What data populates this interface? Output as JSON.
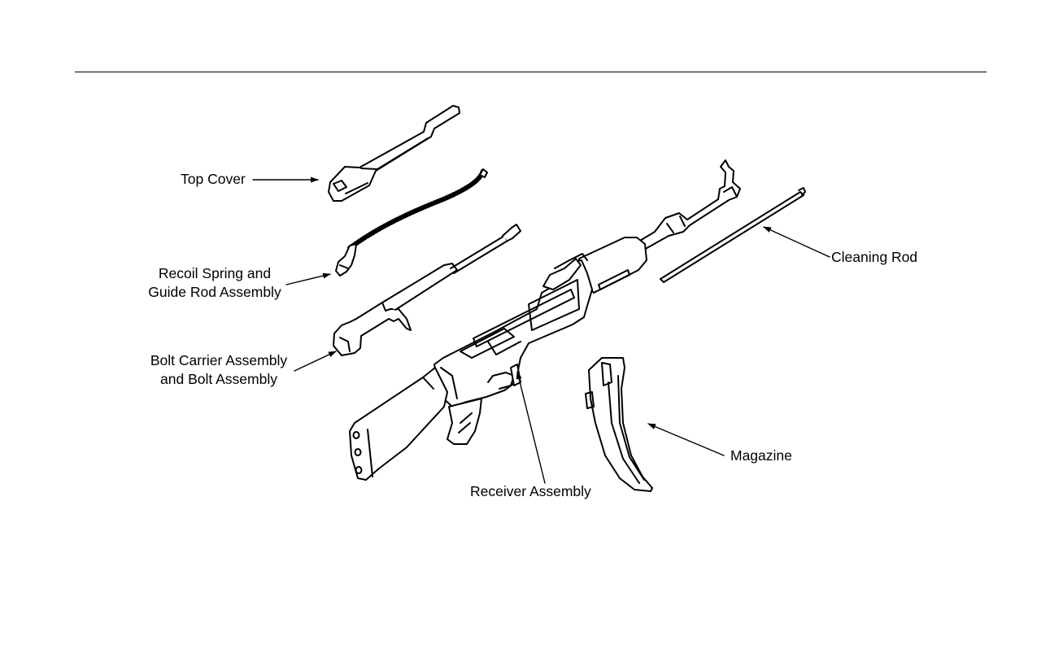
{
  "labels": {
    "top_cover": "Top Cover",
    "recoil_spring": [
      "Recoil Spring and",
      "Guide Rod Assembly"
    ],
    "bolt_carrier": [
      "Bolt Carrier Assembly",
      "and Bolt Assembly"
    ],
    "receiver": "Receiver Assembly",
    "cleaning_rod": "Cleaning Rod",
    "magazine": "Magazine"
  },
  "colors": {
    "line": "#000000",
    "background": "#ffffff"
  }
}
